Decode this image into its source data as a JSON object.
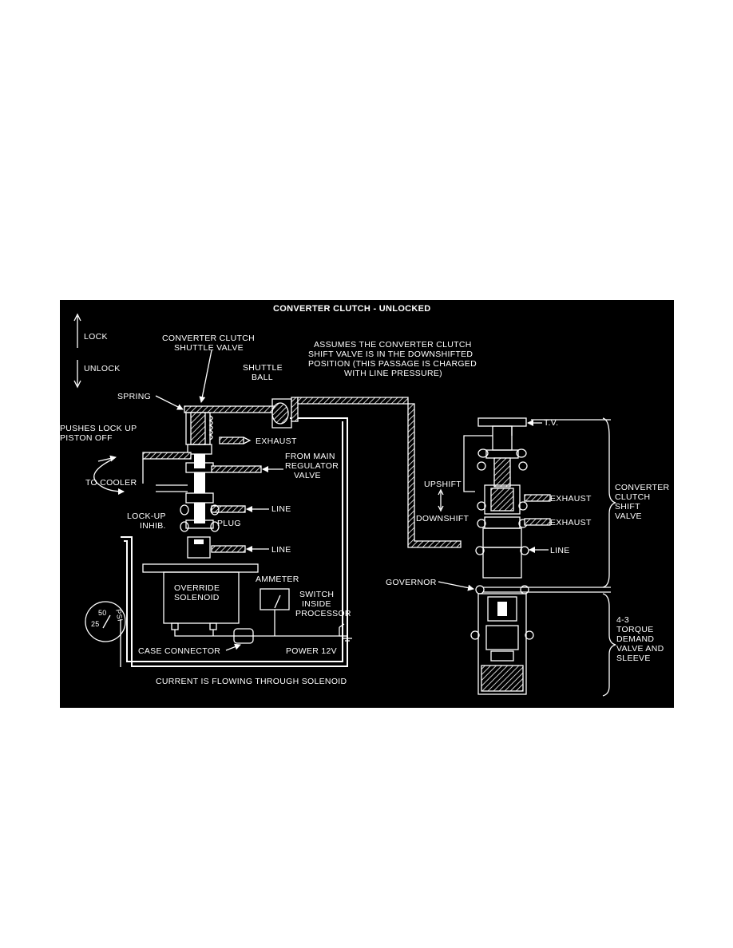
{
  "diagram": {
    "title": "CONVERTER CLUTCH - UNLOCKED",
    "direction": {
      "lock": "LOCK",
      "unlock": "UNLOCK"
    },
    "shuttle_valve": {
      "line1": "CONVERTER CLUTCH",
      "line2": "SHUTTLE VALVE"
    },
    "note": {
      "line1": "ASSUMES THE CONVERTER CLUTCH",
      "line2": "SHIFT VALVE IS IN THE DOWNSHIFTED",
      "line3": "POSITION (THIS PASSAGE IS CHARGED",
      "line4": "WITH LINE PRESSURE)"
    },
    "shuttle_ball": {
      "line1": "SHUTTLE",
      "line2": "BALL"
    },
    "spring": "SPRING",
    "pushes": {
      "line1": "PUSHES LOCK UP",
      "line2": "PISTON OFF"
    },
    "exhaust_left": "EXHAUST",
    "from_main": {
      "line1": "FROM MAIN",
      "line2": "REGULATOR",
      "line3": "VALVE"
    },
    "to_cooler": "TO COOLER",
    "line_top": "LINE",
    "lockup_inhib": {
      "line1": "LOCK-UP",
      "line2": "INHIB."
    },
    "plug": "PLUG",
    "line_lower": "LINE",
    "ammeter": "AMMETER",
    "switch": {
      "line1": "SWITCH",
      "line2": "INSIDE",
      "line3": "PROCESSOR"
    },
    "override_solenoid": {
      "line1": "OVERRIDE",
      "line2": "SOLENOID"
    },
    "gauge": {
      "v25": "25",
      "v50": "50",
      "unit": "PSI"
    },
    "case_connector": "CASE CONNECTOR",
    "power": "POWER 12V",
    "current": "CURRENT IS FLOWING THROUGH SOLENOID",
    "tv": "T.V.",
    "upshift": "UPSHIFT",
    "downshift": "DOWNSHIFT",
    "exhaust_r1": "EXHAUST",
    "exhaust_r2": "EXHAUST",
    "line_right": "LINE",
    "governor": "GOVERNOR",
    "cc_shift_valve": {
      "line1": "CONVERTER",
      "line2": "CLUTCH",
      "line3": "SHIFT",
      "line4": "VALVE"
    },
    "torque_demand": {
      "line1": "4-3",
      "line2": "TORQUE",
      "line3": "DEMAND",
      "line4": "VALVE AND",
      "line5": "SLEEVE"
    }
  }
}
